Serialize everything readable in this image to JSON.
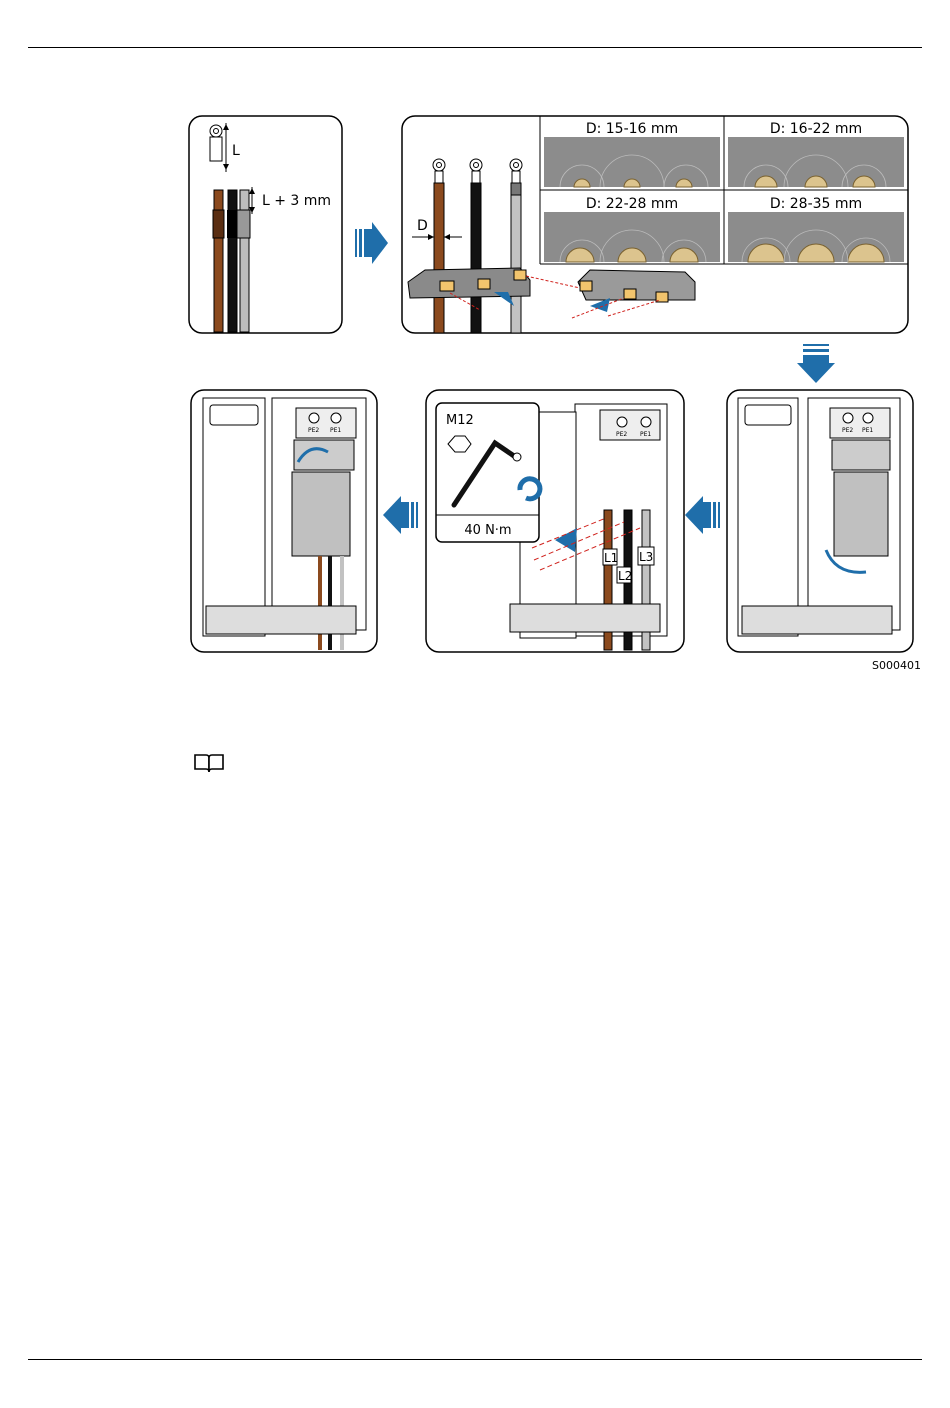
{
  "figure": {
    "id_label": "S000401",
    "cable_length_label": "L",
    "strip_length_label": "L + 3 mm",
    "diameter_label": "D",
    "ranges": [
      "D: 15-16 mm",
      "D: 16-22 mm",
      "D: 22-28 mm",
      "D: 28-35 mm"
    ],
    "bolt_label": "M12",
    "torque_label": "40 N·m",
    "terminals": [
      "L1",
      "L2",
      "L3"
    ],
    "terminal_block_labels": [
      "PE2",
      "PE1"
    ]
  },
  "colors": {
    "arrow": "#1f6eaa",
    "cable_brown": "#8b4a1e",
    "cable_black": "#111111",
    "cable_grey": "#b5b5b5",
    "gland_grey": "#7a7a7a",
    "ring_tan": "#dcc48e",
    "callout_red": "#d0231e",
    "nut_orange": "#f2c46d"
  },
  "note": {
    "icon": "book-icon"
  }
}
